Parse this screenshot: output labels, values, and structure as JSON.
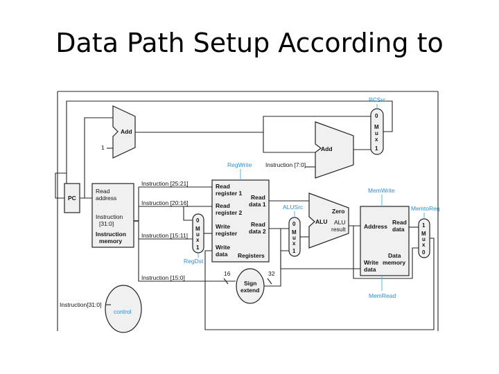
{
  "title": "Data Path Setup According to",
  "blocks": {
    "pc": "PC",
    "add": "Add",
    "const_1": "1",
    "read_address_1": "Read",
    "read_address_2": "address",
    "instruction_bus_1": "Instruction",
    "instruction_bus_2": "[31:0]",
    "instruction_memory_1": "Instruction",
    "instruction_memory_2": "memory",
    "read_register_1a": "Read",
    "read_register_1b": "register 1",
    "read_register_2a": "Read",
    "read_register_2b": "register 2",
    "write_register_a": "Write",
    "write_register_b": "register",
    "write_data_a": "Write",
    "write_data_b": "data",
    "registers": "Registers",
    "read_data_1a": "Read",
    "read_data_1b": "data 1",
    "read_data_2a": "Read",
    "read_data_2b": "data 2",
    "alu": "ALU",
    "zero": "Zero",
    "alu_result_a": "ALU",
    "alu_result_b": "result",
    "address": "Address",
    "dm_read_data_a": "Read",
    "dm_read_data_b": "data",
    "dm_write_data_a": "Write",
    "dm_write_data_b": "data",
    "data_memory_a": "Data",
    "data_memory_b": "memory",
    "sign_extend_a": "Sign",
    "sign_extend_b": "extend",
    "control": "control",
    "mux_0": "0",
    "mux_1": "1",
    "mux_m": "M",
    "mux_u": "u",
    "mux_x": "x"
  },
  "wire_labels": {
    "instr_25_21": "Instruction [25:21]",
    "instr_20_16": "Instruction [20:16]",
    "instr_15_11": "Instruction [15:11]",
    "instr_15_0": "Instruction [15:0]",
    "instr_7_0": "Instruction [7:0]",
    "instr_31_0": "Instruction[31:0]",
    "width_16": "16",
    "width_32": "32"
  },
  "control_signals": {
    "pcsrc": "PCSrc",
    "regwrite": "RegWrite",
    "alusrc": "ALUSrc",
    "memwrite": "MemWrite",
    "memtoreg": "MemtoReg",
    "regdst": "RegDst",
    "memread": "MemRead"
  },
  "colors": {
    "control_text": "#2a8fd0",
    "control_wire": "#59b3e6",
    "wire": "#222222",
    "block_fill": "#f0f0f0"
  }
}
